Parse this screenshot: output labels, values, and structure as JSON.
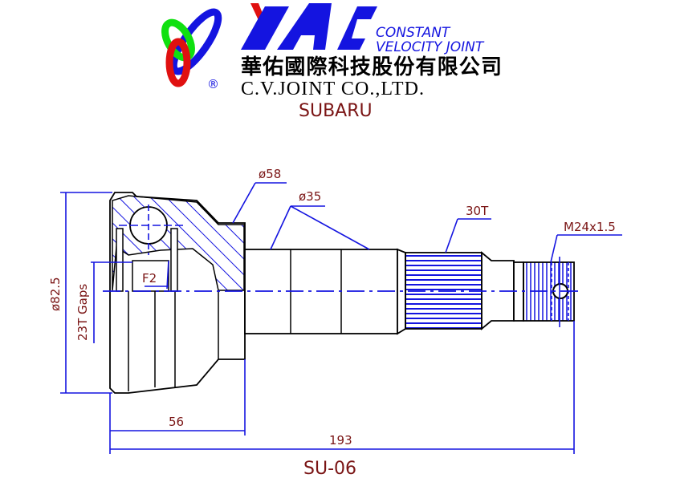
{
  "logo": {
    "brand": "YAC",
    "tagline_line1": "CONSTANT",
    "tagline_line2": "VELOCITY JOINT",
    "chinese_name": "華佑國際科技股份有限公司",
    "registered": "®",
    "company": "C.V.JOINT CO.,LTD."
  },
  "make": "SUBARU",
  "dimensions": {
    "outer_diameter": "ø82.5",
    "inner_splines": "23T Gaps",
    "bell_neck": "ø58",
    "shaft": "ø35",
    "shaft_splines": "30T",
    "thread": "M24x1.5",
    "bell_length": "56",
    "overall_length": "193",
    "inner_label": "F2"
  },
  "part_number": "SU-06",
  "colors": {
    "line": "#1414e0",
    "text": "#7a1414",
    "red": "#e01010",
    "green": "#10e010"
  }
}
